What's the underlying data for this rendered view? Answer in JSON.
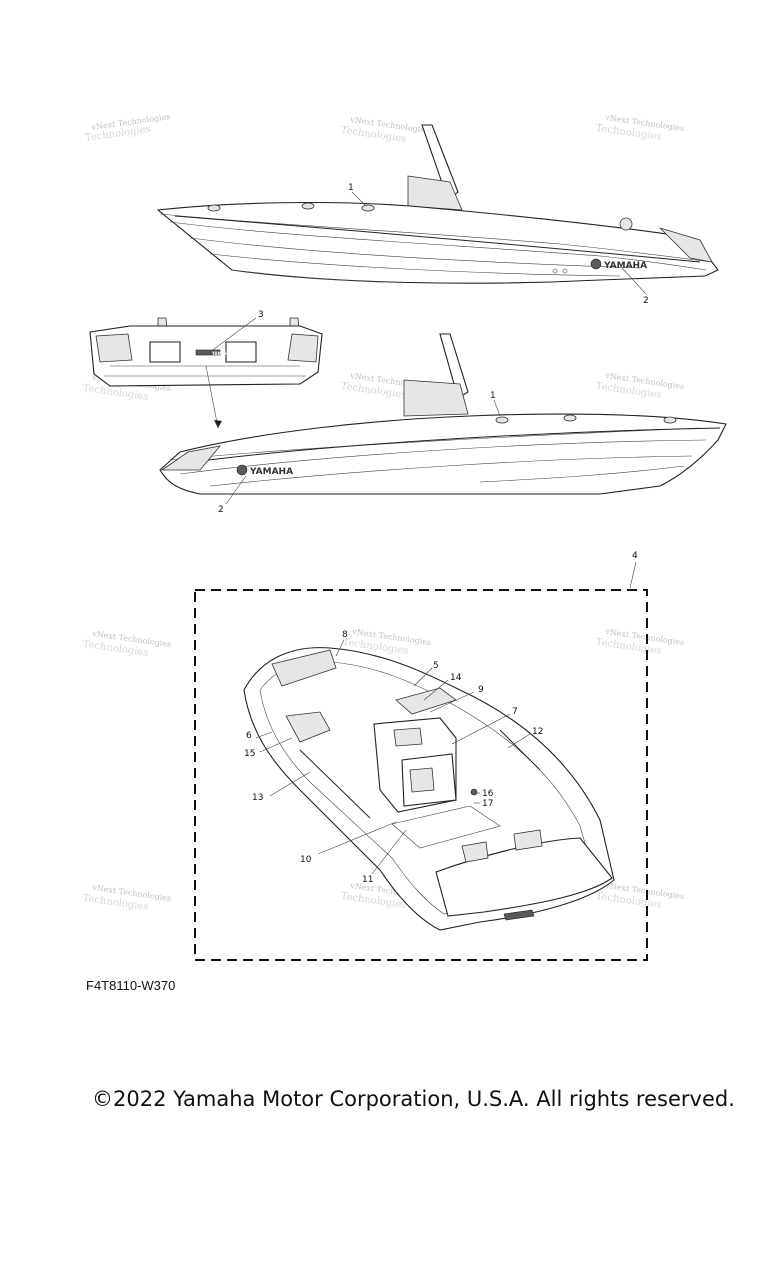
{
  "diagram": {
    "watermark_lines": [
      "vNext Technologies",
      "Technologies"
    ],
    "logo_text": "YAMAHA",
    "callouts": {
      "c1a": "1",
      "c2a": "2",
      "c3": "3",
      "c1b": "1",
      "c2b": "2",
      "c4": "4",
      "c5": "5",
      "c6": "6",
      "c7": "7",
      "c8": "8",
      "c9": "9",
      "c10": "10",
      "c11": "11",
      "c12": "12",
      "c13": "13",
      "c14": "14",
      "c15": "15",
      "c16": "16",
      "c17": "17"
    }
  },
  "footer": {
    "part_code": "F4T8110-W370",
    "copyright": "©2022 Yamaha Motor Corporation, U.S.A. All rights reserved."
  }
}
